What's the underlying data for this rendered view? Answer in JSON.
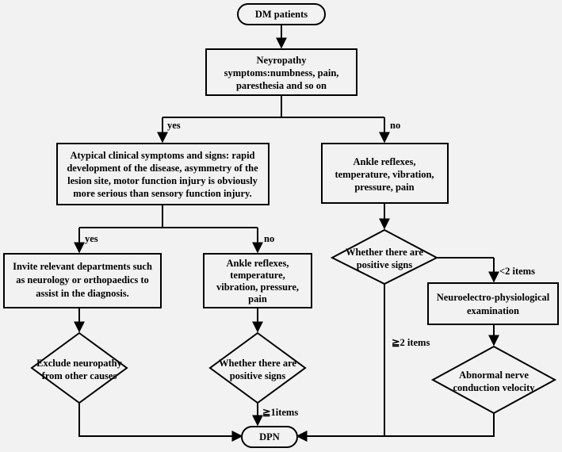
{
  "start": "DM patients",
  "end": "DPN",
  "nodes": {
    "symptoms": [
      "Neyropathy",
      "symptoms:numbness, pain,",
      "paresthesia and so on"
    ],
    "atypical": [
      "Atypical clinical symptoms and signs: rapid",
      "development of the disease, asymmetry of the",
      "lesion site, motor function injury is obviously",
      "more serious than sensory function injury."
    ],
    "ankle_right": [
      "Ankle reflexes,",
      "temperature, vibration,",
      "pressure, pain"
    ],
    "invite": [
      "Invite relevant departments such",
      "as neurology or orthopaedics to",
      "assist in the diagnosis."
    ],
    "ankle_mid": [
      "Ankle reflexes,",
      "temperature,",
      "vibration, pressure,",
      "pain"
    ],
    "positive_right": [
      "Whether there are",
      "positive signs"
    ],
    "exclude": [
      "Exclude neuropathy",
      "from other causes"
    ],
    "positive_mid": [
      "Whether there are",
      "positive signs"
    ],
    "neuro_exam": [
      "Neuroelectro-physiological",
      "examination"
    ],
    "abnormal": [
      "Abnormal nerve",
      "conduction velocity"
    ]
  },
  "edge_labels": {
    "yes_top": "yes",
    "no_top": "no",
    "yes_left": "yes",
    "no_left": "no",
    "lt2": "<2 items",
    "ge2": "≧2 items",
    "ge1": "≧1items"
  }
}
